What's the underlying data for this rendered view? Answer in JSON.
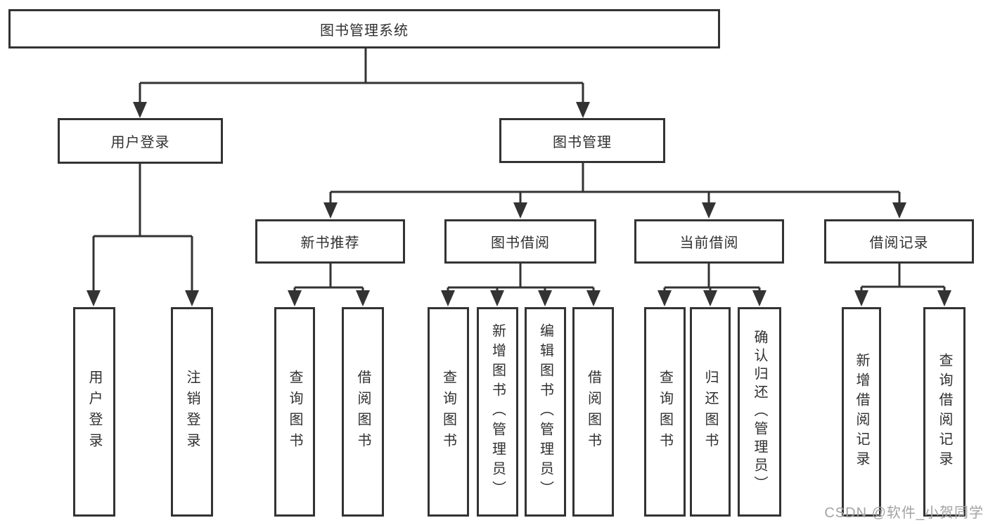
{
  "colors": {
    "line": "#333333",
    "text": "#303030",
    "box_bg": "#ffffff",
    "page_bg": "#ffffff",
    "watermark": "#a3a3a3"
  },
  "watermark": {
    "text": "CSDN @软件_小贺同学"
  },
  "tree": {
    "root": "图书管理系统",
    "branches": [
      {
        "label": "用户登录",
        "children": [
          "用户登录",
          "注销登录"
        ]
      },
      {
        "label": "图书管理",
        "groups": [
          {
            "label": "新书推荐",
            "children": [
              "查询图书",
              "借阅图书"
            ]
          },
          {
            "label": "图书借阅",
            "children": [
              "查询图书",
              "新增图书（管理员）",
              "编辑图书（管理员）",
              "借阅图书"
            ]
          },
          {
            "label": "当前借阅",
            "children": [
              "查询图书",
              "归还图书",
              "确认归还（管理员）"
            ]
          },
          {
            "label": "借阅记录",
            "children": [
              "新增借阅记录",
              "查询借阅记录"
            ]
          }
        ]
      }
    ]
  }
}
